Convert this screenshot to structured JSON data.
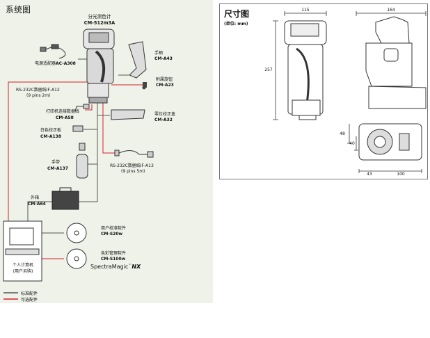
{
  "left": {
    "title": "系统图",
    "main_device": {
      "label": "分光测色计",
      "model": "CM-512m3A"
    },
    "components": [
      {
        "label": "电源适配器",
        "model": "AC-A308"
      },
      {
        "label": "手柄",
        "model": "CM-A43"
      },
      {
        "label": "RS-232C数据线IF-A12",
        "note": "(9 pins 2m)"
      },
      {
        "label": "附属旋钮",
        "model": "CM-A23"
      },
      {
        "label": "打印机连接数据线",
        "model": "CM-A58"
      },
      {
        "label": "零位校正盒",
        "model": "CM-A32"
      },
      {
        "label": "白色校正板",
        "model": "CM-A138"
      },
      {
        "label": "RS-232C数据线IF-A13",
        "note": "(9 pins 5m)"
      },
      {
        "label": "手带",
        "model": "CM-A137"
      },
      {
        "label": "外箱",
        "model": "CM-A64"
      },
      {
        "label": "用户校准软件",
        "model": "CM-S20w"
      },
      {
        "label": "色彩管理软件",
        "model": "CM-S100w"
      }
    ],
    "spectramagic": "SpectraMagic",
    "spectramagic_tm": "™",
    "spectramagic_nx": "NX",
    "pc": {
      "label": "个人计算机",
      "note": "(用户另购)"
    },
    "legend": [
      {
        "label": "标准配件",
        "color": "#555555"
      },
      {
        "label": "可选配件",
        "color": "#d2232a"
      }
    ]
  },
  "right": {
    "title": "尺寸图",
    "unit": "(单位: mm)",
    "dims": {
      "width_front": "115",
      "depth_side": "164",
      "height": "257",
      "bottom_48": "48",
      "bottom_40": "40",
      "bottom_43": "43",
      "bottom_100": "100"
    }
  }
}
